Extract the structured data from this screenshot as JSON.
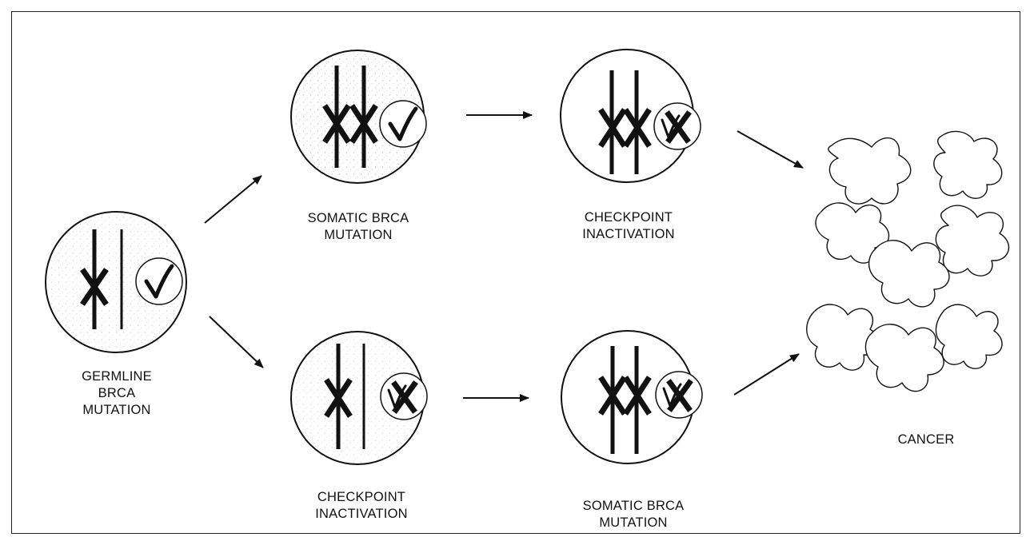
{
  "cells": {
    "germline": {
      "line1": "GERMLINE",
      "line2": "BRCA",
      "line3": "MUTATION",
      "chromosome_marks": 1,
      "checkpoint": "intact"
    },
    "top_somatic": {
      "line1": "SOMATIC BRCA",
      "line2": "MUTATION",
      "chromosome_marks": 2,
      "checkpoint": "intact"
    },
    "top_checkpoint": {
      "line1": "CHECKPOINT",
      "line2": "INACTIVATION",
      "chromosome_marks": 2,
      "checkpoint": "inactivated"
    },
    "bottom_checkpoint": {
      "line1": "CHECKPOINT",
      "line2": "INACTIVATION",
      "chromosome_marks": 1,
      "checkpoint": "inactivated"
    },
    "bottom_somatic": {
      "line1": "SOMATIC BRCA",
      "line2": "MUTATION",
      "chromosome_marks": 2,
      "checkpoint": "inactivated"
    }
  },
  "cancer": {
    "label": "CANCER"
  },
  "colors": {
    "ink": "#111111",
    "stipple": "#9a9a9a",
    "frame": "#222222"
  }
}
